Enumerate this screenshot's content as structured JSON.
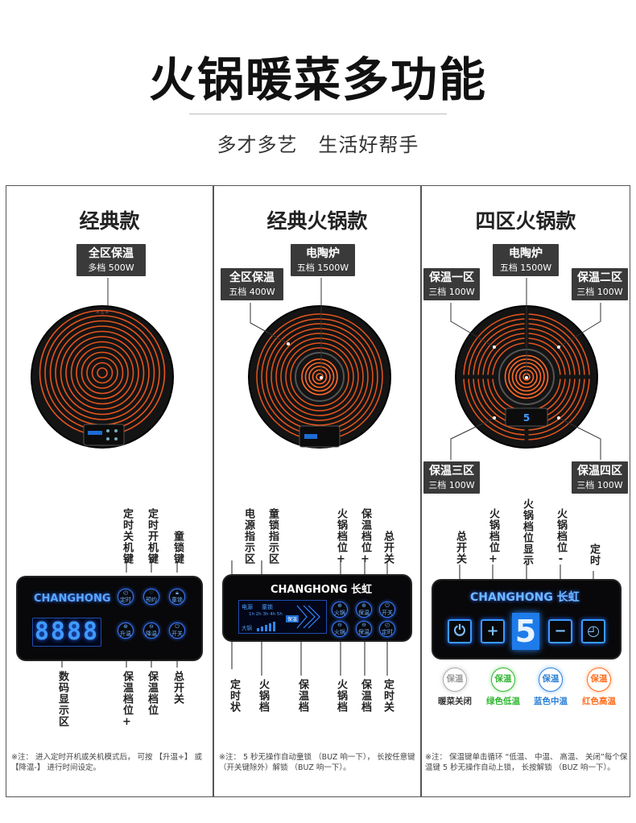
{
  "header": {
    "title": "火锅暖菜多功能",
    "subtitle": "多才多艺   生活好帮手"
  },
  "panels": [
    {
      "title": "经典款",
      "labels": [
        {
          "line1": "全区保温",
          "line2": "多档 500W"
        }
      ],
      "top_keys": [
        "定时关机键",
        "定时开机键",
        "童锁键"
      ],
      "bottom_keys": [
        "数码显示区",
        "保温档位+",
        "保温档位",
        "总开关"
      ],
      "display_digits": "8888",
      "buttons": [
        {
          "icon": "clock-icon",
          "label": "定时"
        },
        {
          "icon": "heart-icon",
          "label": "预约"
        },
        {
          "icon": "lock-icon",
          "label": "童锁"
        },
        {
          "icon": "plus-icon",
          "label": "升温"
        },
        {
          "icon": "minus-icon",
          "label": "降温"
        },
        {
          "icon": "power-icon",
          "label": "开关"
        }
      ],
      "brand": "CHANGHONG",
      "note": "※注： 进入定时开机或关机模式后， 可按 【升温+】 或【降温-】 进行时间设定。"
    },
    {
      "title": "经典火锅款",
      "labels": [
        {
          "line1": "全区保温",
          "line2": "五档 400W"
        },
        {
          "line1": "电陶炉",
          "line2": "五档 1500W"
        }
      ],
      "top_keys": [
        "电源指示区",
        "童锁指示区",
        "火锅档位+",
        "保温档位+",
        "总开关"
      ],
      "bottom_keys": [
        "定时状",
        "火锅档",
        "保温档",
        "火锅档",
        "保温档",
        "定时关"
      ],
      "display_texts": [
        "电源",
        "童锁",
        "1h 2h 3h 4h 5h",
        "大锅",
        "保温"
      ],
      "buttons": [
        {
          "icon": "plus-icon",
          "label": "火锅"
        },
        {
          "icon": "plus-icon",
          "label": "保温"
        },
        {
          "icon": "power-icon",
          "label": "开关"
        },
        {
          "icon": "minus-icon",
          "label": "火锅"
        },
        {
          "icon": "minus-icon",
          "label": "保温"
        },
        {
          "icon": "clock-icon",
          "label": "定时"
        }
      ],
      "brand": "CHANGHONG 长虹",
      "note": "※注： 5 秒无操作自动童锁 （BUZ 响一下）， 长按任意键（开关键除外）解锁 （BUZ 响一下）。"
    },
    {
      "title": "四区火锅款",
      "labels": [
        {
          "line1": "电陶炉",
          "line2": "五档 1500W"
        },
        {
          "line1": "保温一区",
          "line2": "三档 100W"
        },
        {
          "line1": "保温二区",
          "line2": "三档 100W"
        },
        {
          "line1": "保温三区",
          "line2": "三档 100W"
        },
        {
          "line1": "保温四区",
          "line2": "三档 100W"
        }
      ],
      "top_keys": [
        "总开关",
        "火锅档位+",
        "火锅档位显示",
        "火锅档位-",
        "定时"
      ],
      "display_digit": "5",
      "buttons": [
        {
          "icon": "power-icon",
          "label": ""
        },
        {
          "icon": "plus-icon",
          "label": "+"
        },
        {
          "icon": "minus-icon",
          "label": "−"
        },
        {
          "icon": "clock-icon",
          "label": ""
        }
      ],
      "brand": "CHANGHONG 长虹",
      "modes": [
        {
          "icon": "保温",
          "label": "暖菜关闭",
          "color": "#888888"
        },
        {
          "icon": "保温",
          "label": "绿色低温",
          "color": "#2fb52f"
        },
        {
          "icon": "保温",
          "label": "蓝色中温",
          "color": "#2a7fd6"
        },
        {
          "icon": "保温",
          "label": "红色高温",
          "color": "#ff6a1a"
        }
      ],
      "note": "※注： 保温键单击循环 “低温、 中温、 高温、 关闭”每个保温键 5 秒无操作自动上锁， 长按解锁 （BUZ 响一下）。"
    }
  ],
  "colors": {
    "coil": "#e5551e",
    "led_blue": "#3a9bff",
    "label_bg": "#3a3a3a"
  }
}
